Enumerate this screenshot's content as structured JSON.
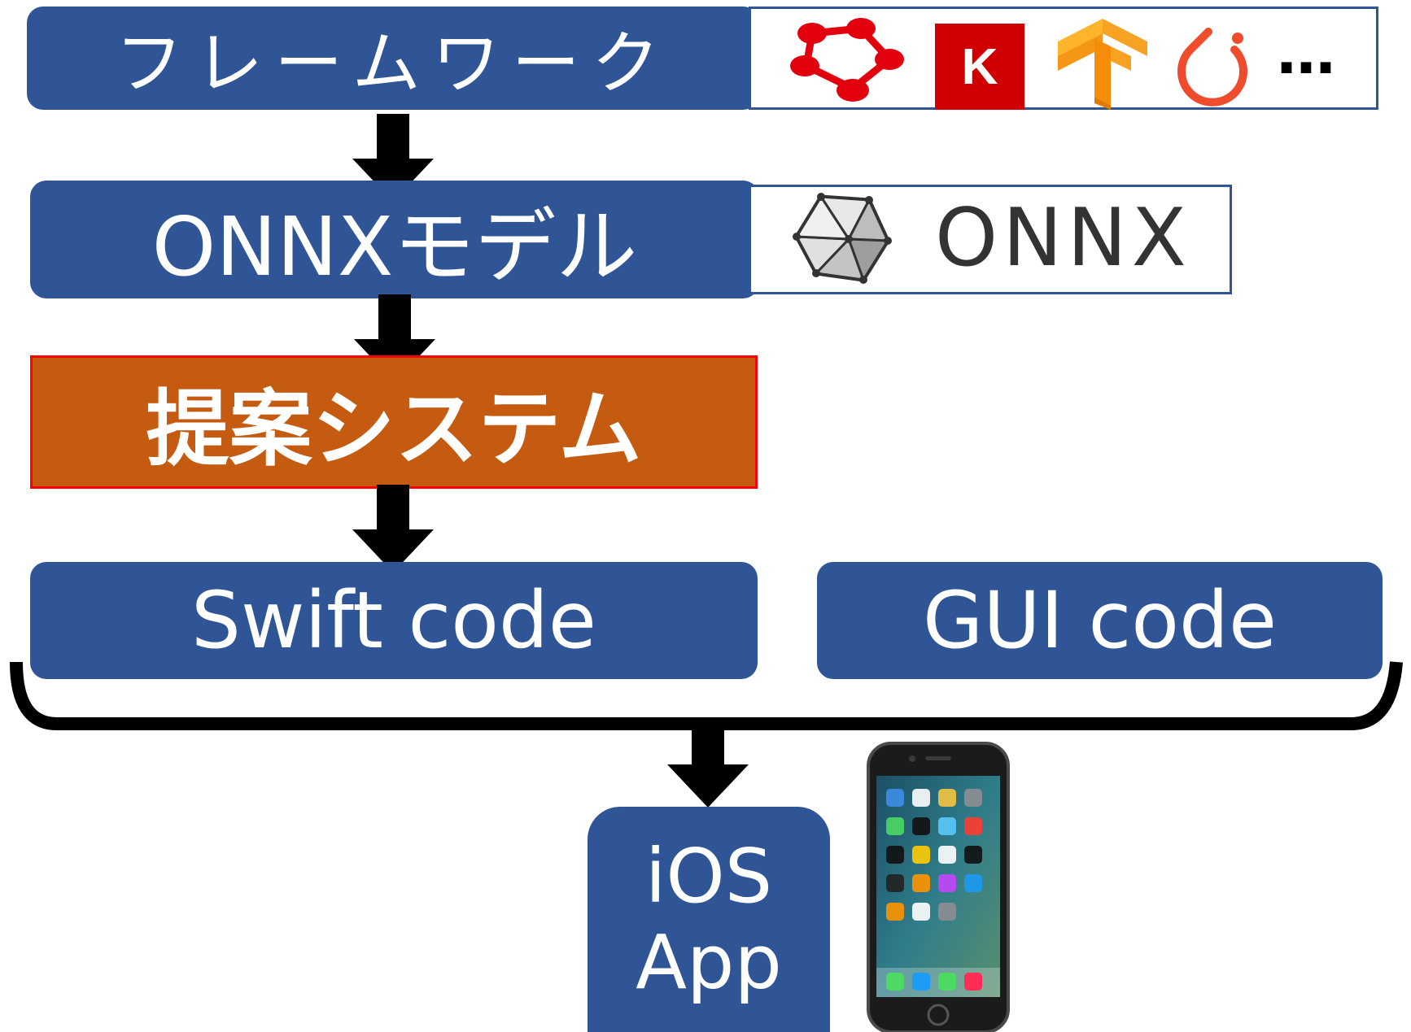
{
  "diagram": {
    "framework_label": "フレームワーク",
    "onnx_model_label": "ONNXモデル",
    "proposed_system_label": "提案システム",
    "swift_code_label": "Swift code",
    "gui_code_label": "GUI code",
    "ios_app_label_line1": "iOS",
    "ios_app_label_line2": "App"
  },
  "framework_logos": {
    "icons": [
      "caffe2-icon",
      "keras-icon",
      "tensorflow-icon",
      "pytorch-icon"
    ],
    "keras_letter": "K",
    "ellipsis": "…"
  },
  "onnx_logo": {
    "wordmark": "ONNX"
  },
  "colors": {
    "box_blue": "#2f5597",
    "proposal_orange": "#c55a11",
    "proposal_border": "#ff0000",
    "arrow": "#000000"
  }
}
